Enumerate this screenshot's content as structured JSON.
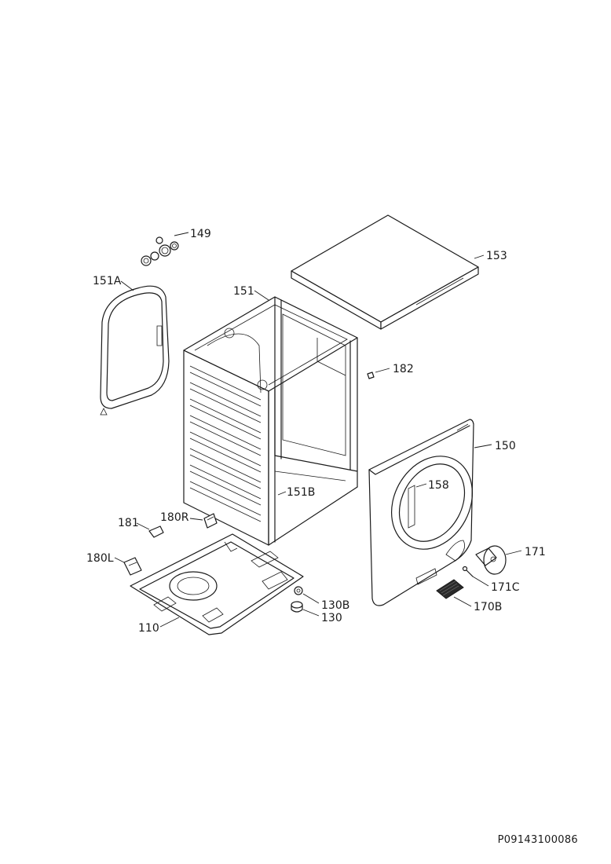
{
  "callouts": {
    "c149": "149",
    "c153": "153",
    "c151A": "151A",
    "c151": "151",
    "c182": "182",
    "c150": "150",
    "c158": "158",
    "c151B": "151B",
    "c181": "181",
    "c180R": "180R",
    "c180L": "180L",
    "c171": "171",
    "c171C": "171C",
    "c170B": "170B",
    "c130B": "130B",
    "c130": "130",
    "c110": "110"
  },
  "document_code": "P09143100086"
}
